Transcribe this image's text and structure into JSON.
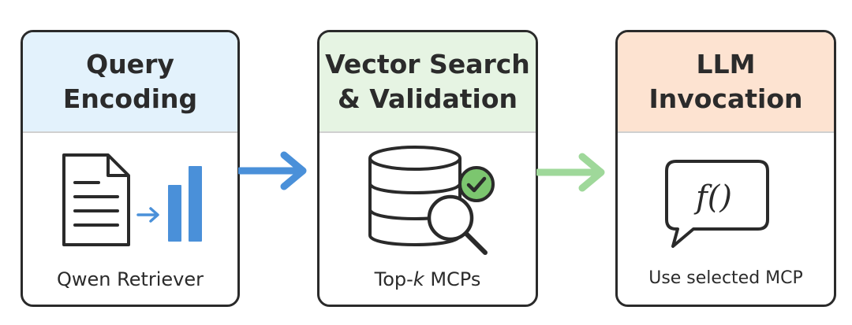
{
  "steps": [
    {
      "title_line1": "Query",
      "title_line2": "Encoding",
      "caption": "Qwen Retriever",
      "header_color": "#e3f2fc",
      "icon": "document-to-vector-icon"
    },
    {
      "title_line1": "Vector Search",
      "title_line2": "& Validation",
      "caption_pre": "Top-",
      "caption_italic": "k",
      "caption_post": " MCPs",
      "header_color": "#e6f4e3",
      "icon": "database-search-check-icon"
    },
    {
      "title_line1": "LLM",
      "title_line2": "Invocation",
      "caption": "Use selected MCP",
      "header_color": "#fde3d1",
      "icon": "function-call-bubble-icon",
      "icon_text": "f()"
    }
  ],
  "colors": {
    "arrow_blue": "#4a90d9",
    "arrow_green": "#9fd89a",
    "check_green": "#7cc66f",
    "bar_blue": "#4a90d9",
    "outline": "#2a2a2a"
  }
}
